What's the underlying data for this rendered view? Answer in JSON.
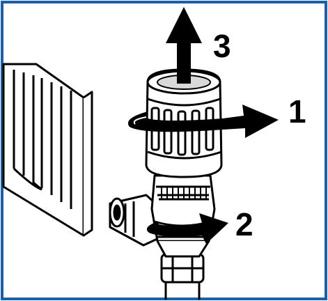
{
  "diagram": {
    "step_labels": [
      "1",
      "2",
      "3"
    ],
    "colors": {
      "frame": "#1a5fa8",
      "ink": "#000000",
      "paper": "#ffffff",
      "shade": "#d9d9d9"
    },
    "icons": [
      "radiator",
      "thermostatic-head",
      "valve-body",
      "pipe",
      "rotation-arrow",
      "pull-up-arrow"
    ]
  }
}
